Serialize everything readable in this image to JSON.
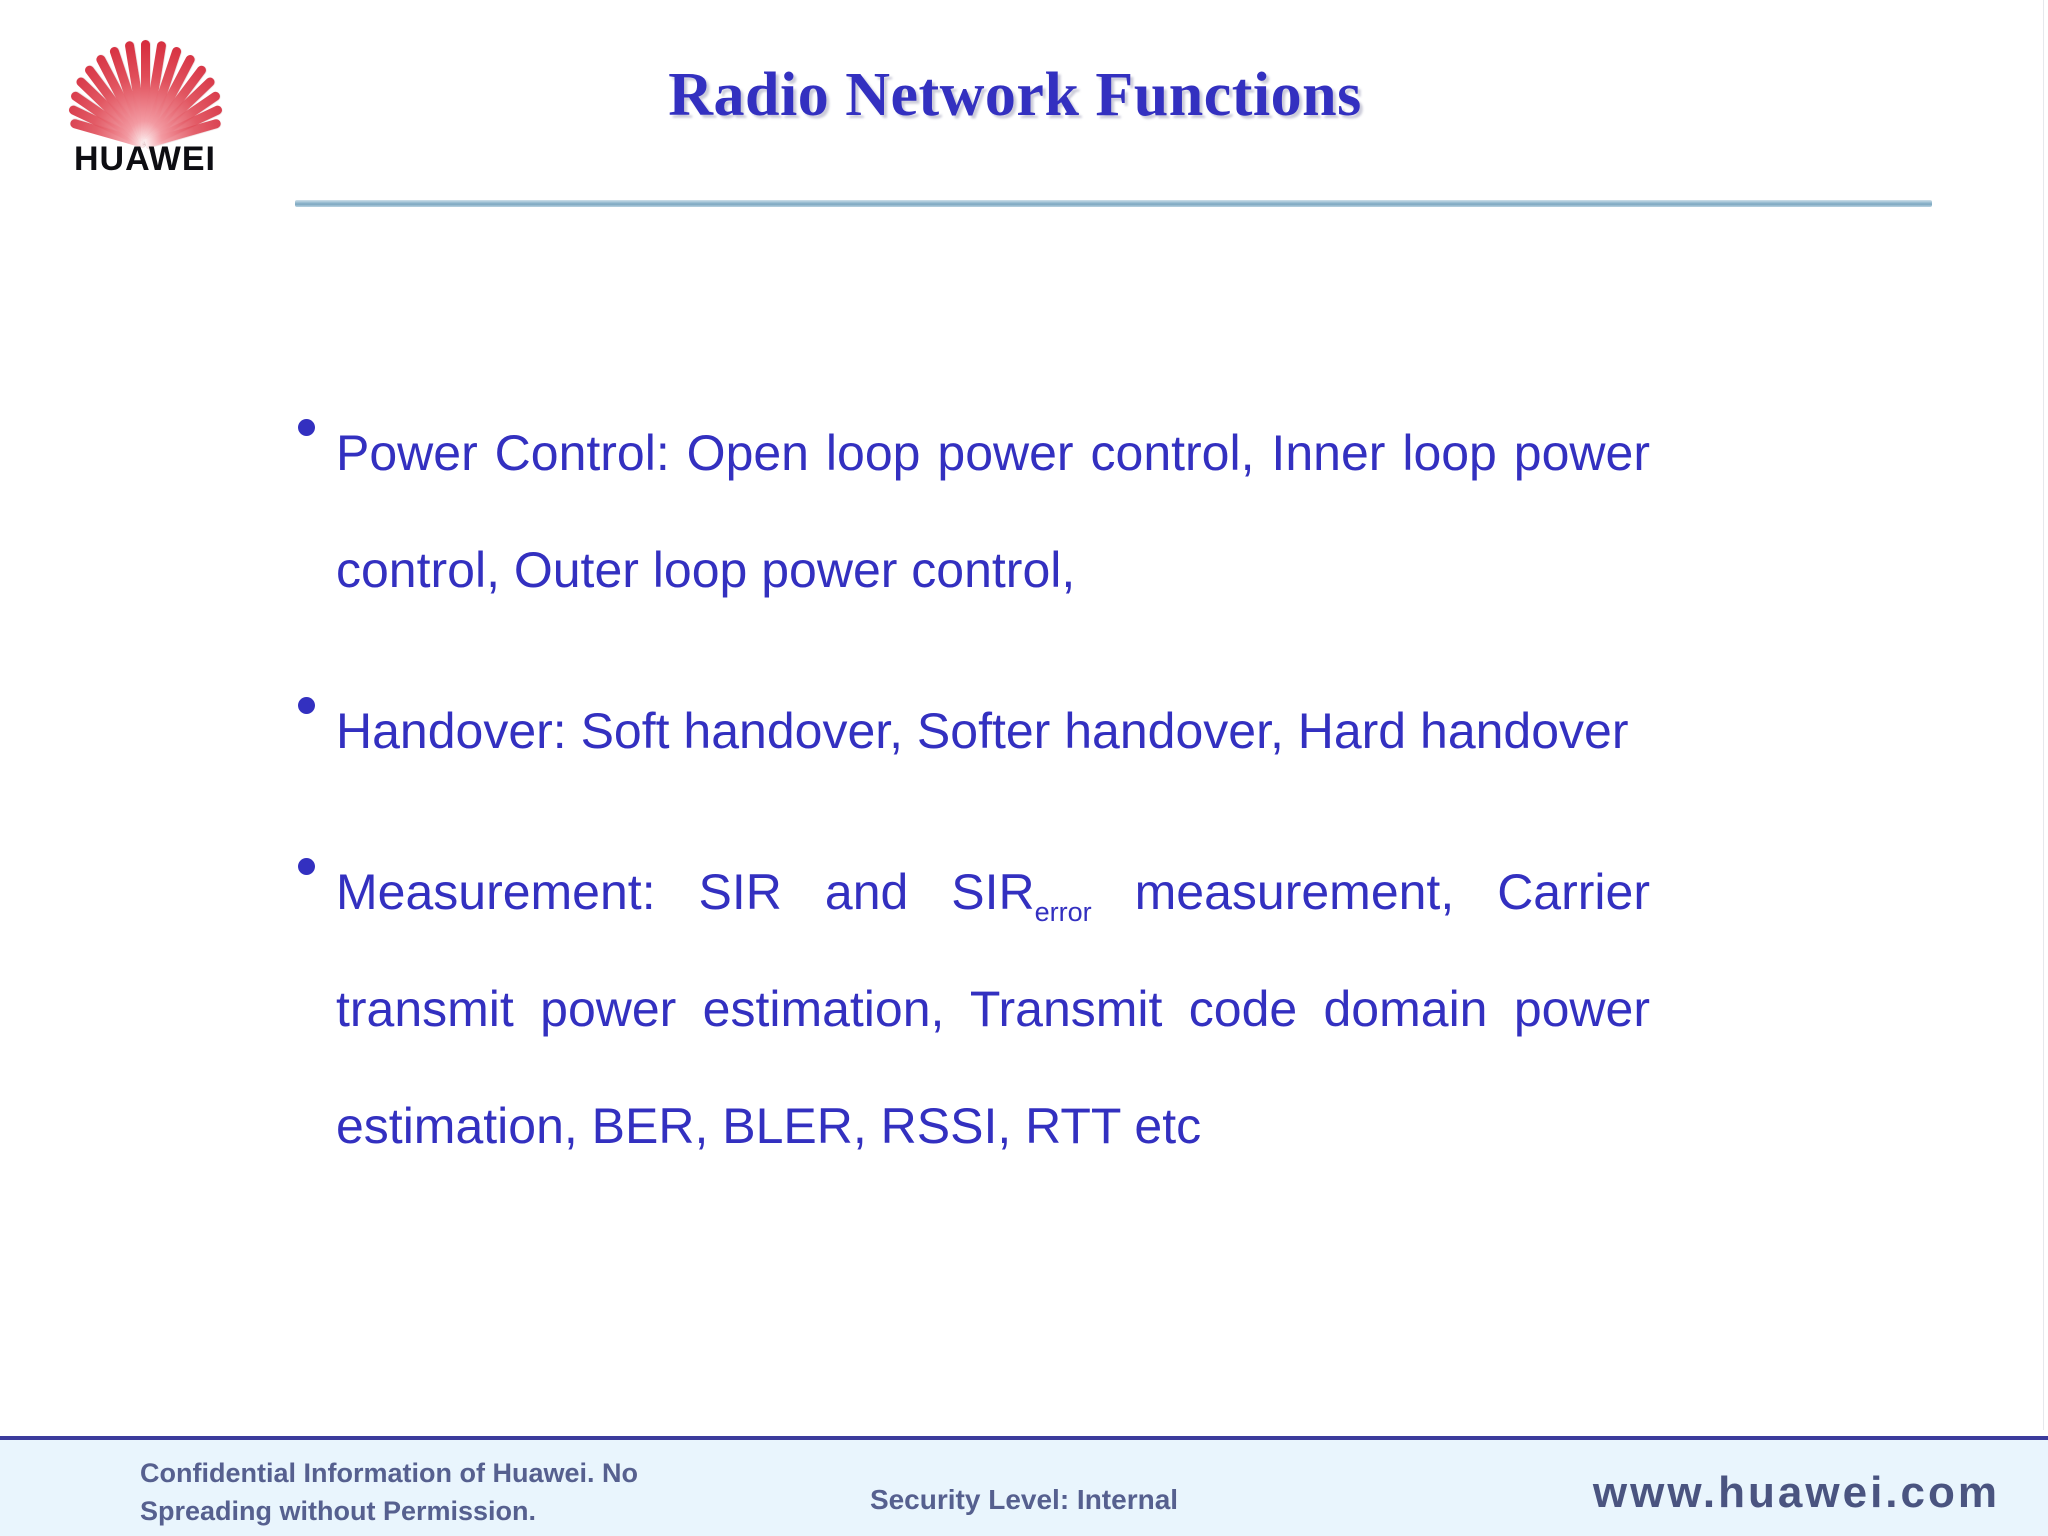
{
  "slide": {
    "title": "Radio Network Functions",
    "title_color": "#3330c0",
    "body_color": "#3330c0",
    "background_color": "#ffffff",
    "rule_color": "#8fb6cc"
  },
  "logo": {
    "wordmark": "HUAWEI",
    "petal_color": "#d62b3c",
    "petal_count": 17
  },
  "bullets": [
    {
      "text_before": "Power Control: Open loop power control, Inner loop power control, Outer loop power control,",
      "subscript": "",
      "text_after": ""
    },
    {
      "text_before": "Handover: Soft handover, Softer handover, Hard handover",
      "subscript": "",
      "text_after": ""
    },
    {
      "text_before": "Measurement: SIR and SIR",
      "subscript": "error",
      "text_after": " measurement, Carrier transmit power estimation, Transmit code domain power estimation, BER, BLER, RSSI, RTT etc"
    }
  ],
  "footer": {
    "confidential": "Confidential Information of Huawei. No Spreading without Permission.",
    "security": "Security Level: Internal",
    "website": "www.huawei.com",
    "bar_color": "#e9f5fd",
    "border_color": "#3b3b9c",
    "text_color": "#56608f"
  }
}
